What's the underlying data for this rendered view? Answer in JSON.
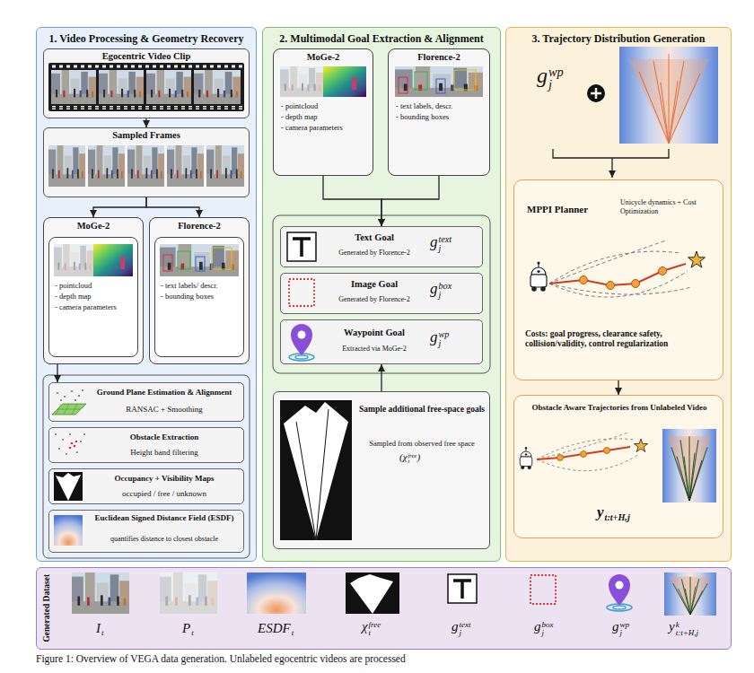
{
  "diagram": {
    "caption": "Figure 1: Overview of VEGA data generation. Unlabeled egocentric videos are processed",
    "nodes": [
      {
        "text": [
          "1. Video Processing & Geometry Recovery"
        ]
      },
      {
        "text": [
          "Egocentric Video Clip"
        ],
        "in": 0
      },
      {
        "text": [
          "Sampled Frames"
        ],
        "in": 0
      },
      {
        "text": [
          "MoGe-2"
        ],
        "in": 0
      },
      {
        "text": [
          "- pointcloud",
          "- depth map",
          "- camera parameters"
        ],
        "in": 3
      },
      {
        "text": [
          "Florence-2"
        ],
        "in": 0
      },
      {
        "text": [
          "- text labels/ descr.",
          "- bounding boxes"
        ],
        "in": 5
      },
      {
        "text": [
          "Ground Plane Estimation & Alignment",
          "RANSAC + Smoothing"
        ],
        "in": 0
      },
      {
        "text": [
          "Obstacle Extraction",
          "Height band filtering"
        ],
        "in": 0
      },
      {
        "text": [
          "Occupancy + Visibility Maps",
          "occupied / free / unknown"
        ],
        "in": 0
      },
      {
        "text": [
          "Euclidean Signed Distance Field (ESDF)",
          "quantifies distance to closest obstacle"
        ],
        "in": 0
      },
      {
        "text": [
          "2. Multimodal Goal Extraction & Alignment"
        ]
      },
      {
        "text": [
          "MoGe-2",
          "- pointcloud",
          "- depth map",
          "- camera parameters"
        ],
        "in": 11
      },
      {
        "text": [
          "Florence-2",
          "- text labels, descr.",
          "- bounding boxes"
        ],
        "in": 11
      },
      {
        "text": [
          "Text Goal",
          "Generated by Florence-2",
          "g",
          "text",
          "j"
        ],
        "in": 11
      },
      {
        "text": [
          "Image Goal",
          "Generated by Florence-2",
          "g",
          "box",
          "j"
        ],
        "in": 11
      },
      {
        "text": [
          "Waypoint Goal",
          "Extracted via MoGe-2",
          "g",
          "wp",
          "j"
        ],
        "in": 11
      },
      {
        "text": [
          "Sample additional free-space goals",
          "Sampled from observed free space",
          "(χ",
          "free",
          "t",
          ")"
        ],
        "in": 11
      },
      {
        "text": [
          "3. Trajectory Distribution Generation"
        ]
      },
      {
        "text": [
          "MPPI Planner",
          "Unicycle dynamics + Cost Optimization",
          "Costs: goal progress, clearance safety, collision/validity, control regularization"
        ],
        "in": 18
      },
      {
        "text": [
          "Obstacle Aware Trajectories from Unlabeled Video",
          "y",
          "t:t+H,j"
        ],
        "in": 18
      },
      {
        "text": [
          "Generated Dataset",
          "I",
          "t",
          "P",
          "t",
          "ESDF",
          "t",
          "χ",
          "free",
          "t",
          "g",
          "text",
          "j",
          "g",
          "box",
          "j",
          "g",
          "wp",
          "j",
          "y",
          "k",
          "t:t+H,j"
        ]
      }
    ],
    "edges": [
      {
        "from": 1,
        "to": 2,
        "arrow": "to"
      },
      {
        "from": 2,
        "to": 3,
        "arrow": "to"
      },
      {
        "from": 2,
        "to": 5,
        "arrow": "to"
      },
      {
        "from": 3,
        "to": 7,
        "arrow": "to"
      },
      {
        "from": 12,
        "to": 14,
        "arrow": "to"
      },
      {
        "from": 13,
        "to": 14,
        "arrow": "to"
      },
      {
        "from": 17,
        "to": 16,
        "arrow": "to"
      },
      {
        "from": 19,
        "to": 20,
        "arrow": "to"
      }
    ],
    "labels": [
      "g",
      "wp",
      "j"
    ]
  }
}
